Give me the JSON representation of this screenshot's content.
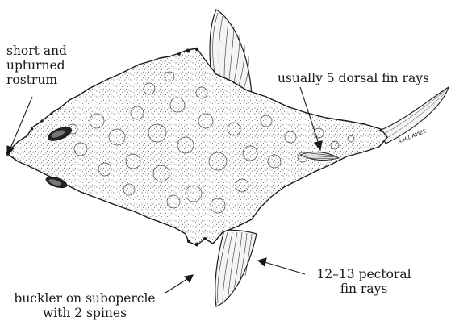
{
  "labels": {
    "rostrum": [
      "short and",
      "upturned",
      "rostrum"
    ],
    "dorsal": [
      "usually 5 dorsal fin rays"
    ],
    "pectoral": [
      "12–13 pectoral",
      "fin rays"
    ],
    "buckler": [
      "buckler on subopercle",
      "with 2 spines"
    ]
  },
  "signature": "A.H.DAVIES",
  "colors": {
    "ink": "#1a1a1a",
    "paper": "#ffffff"
  }
}
